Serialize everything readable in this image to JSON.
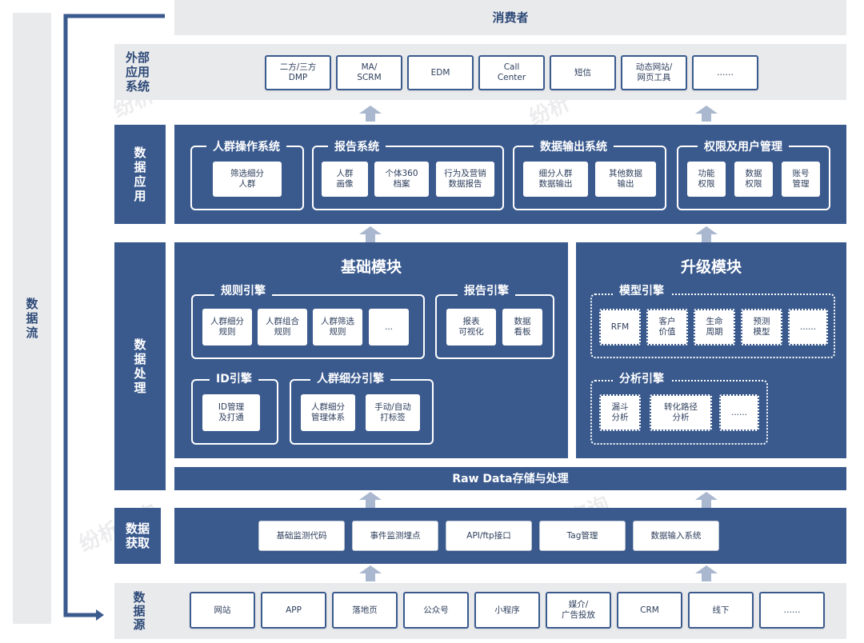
{
  "consumer": "消费者",
  "flow_label": "数\n据\n流",
  "layers": {
    "external": {
      "label": "外部\n应用\n系统",
      "items": [
        "二方/三方\nDMP",
        "MA/\nSCRM",
        "EDM",
        "Call\nCenter",
        "短信",
        "动态网站/\n网页工具",
        "……"
      ]
    },
    "application": {
      "label": "数\n据\n应\n用",
      "groups": [
        {
          "title": "人群操作系统",
          "items": [
            "筛选细分\n人群"
          ]
        },
        {
          "title": "报告系统",
          "items": [
            "人群\n画像",
            "个体360\n档案",
            "行为及营销\n数据报告"
          ]
        },
        {
          "title": "数据输出系统",
          "items": [
            "细分人群\n数据输出",
            "其他数据\n输出"
          ]
        },
        {
          "title": "权限及用户管理",
          "items": [
            "功能\n权限",
            "数据\n权限",
            "账号\n管理"
          ]
        }
      ]
    },
    "processing": {
      "label": "数\n据\n处\n理",
      "basic": {
        "title": "基础模块",
        "rules": {
          "title": "规则引擎",
          "items": [
            "人群细分\n规则",
            "人群组合\n规则",
            "人群筛选\n规则",
            "..."
          ]
        },
        "report": {
          "title": "报告引擎",
          "items": [
            "报表\n可视化",
            "数据\n看板"
          ]
        },
        "id": {
          "title": "ID引擎",
          "items": [
            "ID管理\n及打通"
          ]
        },
        "segment": {
          "title": "人群细分引擎",
          "items": [
            "人群细分\n管理体系",
            "手动/自动\n打标签"
          ]
        }
      },
      "advanced": {
        "title": "升级模块",
        "model": {
          "title": "模型引擎",
          "items": [
            "RFM",
            "客户\n价值",
            "生命\n周期",
            "预测\n模型",
            "......"
          ]
        },
        "analysis": {
          "title": "分析引擎",
          "items": [
            "漏斗\n分析",
            "转化路径\n分析",
            "......"
          ]
        }
      },
      "raw": "Raw Data存储与处理"
    },
    "acquisition": {
      "label": "数据\n获取",
      "items": [
        "基础监测代码",
        "事件监测埋点",
        "API/ftp接口",
        "Tag管理",
        "数据输入系统"
      ]
    },
    "source": {
      "label": "数\n据\n源",
      "items": [
        "网站",
        "APP",
        "落地页",
        "公众号",
        "小程序",
        "媒介/\n广告投放",
        "CRM",
        "线下",
        "……"
      ]
    }
  },
  "watermarks": [
    "纷析",
    "纷析",
    "纷析咨询",
    "纷析咨询",
    "纷析咨询"
  ],
  "colors": {
    "primary": "#3a5a8e",
    "panel": "#e9eaec",
    "arrow": "#a9b7cf"
  }
}
